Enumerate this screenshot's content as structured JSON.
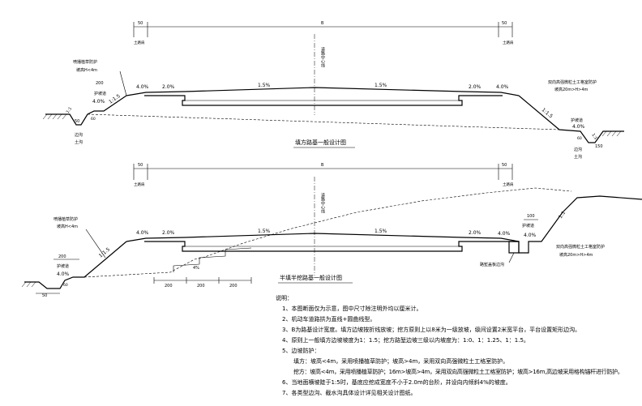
{
  "fill_section": {
    "title": "填方路基一般设计图",
    "dim_side_left": "50",
    "dim_width": "B",
    "dim_side_right": "50",
    "earth_shoulder_left": "土路肩",
    "earth_shoulder_right": "土路肩",
    "centerline": "道路中心线",
    "slope_outer_left": "4.0%",
    "slope_inner_left": "2.0%",
    "slope_mid_left": "1.5%",
    "slope_mid_right": "1.5%",
    "slope_inner_right": "2.0%",
    "slope_outer_right": "4.0%",
    "left_protect_title": "喷播植草防护",
    "left_protect_height": "坡高H<4m",
    "left_ratio": "1:1.5",
    "berm_width": "200",
    "berm_label": "护坡道",
    "berm_slope": "4.0%",
    "ditch_ratio": "1:1",
    "ditch_w": "50",
    "ditch_depth": "60",
    "ditch_label_1": "边沟",
    "ditch_label_2": "土沟",
    "right_protect_title": "双向高强微粒土工格室防护",
    "right_protect_height": "坡高20m>H>4m",
    "right_ratio": "1:1.5",
    "right_berm_label": "护坡道",
    "right_berm_slope": "4.0%",
    "right_ditch_ratio": "1:1",
    "right_ditch_w": "150",
    "right_ditch_depth": "60",
    "right_ditch_label_1": "边沟",
    "right_ditch_label_2": "土沟"
  },
  "half_section": {
    "title": "半填半挖路基一般设计图",
    "dim_side_left": "50",
    "dim_width": "B",
    "dim_side_right": "50",
    "earth_shoulder_left": "土路肩",
    "earth_shoulder_right": "土路肩",
    "centerline": "道路中心线",
    "slope_outer_left": "4.0%",
    "slope_inner_left": "2.0%",
    "slope_mid_left": "1.5%",
    "slope_mid_right": "1.5%",
    "slope_inner_right": "2.0%",
    "slope_outer_right": "4.0%",
    "left_protect_title": "喷播植草防护",
    "left_protect_height": "坡高H<4m",
    "left_ratio": "1:1.5",
    "berm_width": "200",
    "berm_label": "护坡道",
    "berm_slope": "4.0%",
    "ditch_w": "50",
    "ditch_depth": "60",
    "step_slope": "4%",
    "step_1": "200",
    "step_2": "200",
    "step_3": "200",
    "drain_label": "路堑盖板边沟",
    "cut_berm_width": "100",
    "cut_berm_label": "护坡道",
    "cut_berm_slope": "4.0%",
    "cut_ratio": "1:1",
    "cut_protect_title": "双向高强微粒土工格室防护",
    "cut_protect_height": "坡高20m>H>4m"
  },
  "notes": {
    "heading": "说明：",
    "n1": "1、本图断面仅为示意，图中尺寸除注明外均以厘米计。",
    "n2": "2、机动车道路拱为直线+圆曲线型。",
    "n3": "3、B为路基设计宽度。填方边坡按折线放坡；挖方原则上以8米为一级放坡，级间设置2米宽平台，平台设置矩形边沟。",
    "n4": "4、原则上一般填方边坡坡度为1：1.5；挖方路堑边坡三级以内坡度为：1:0、1：1.25、1：1.5。",
    "n5": "5、边坡防护：",
    "n5a": "填方：坡高<4m，采用喷播植草防护；坡高>4m，采用双向高强微粒土工格室防护。",
    "n5b": "挖方：坡高<4m，采用喷播植草防护；16m>坡高>4m，采用双向高强微粒土工格室防护；坡高>16m,高边坡采用格构锚杆进行防护。",
    "n6": "6、当地面横坡陡于1:5时，基底应挖成宽度不小于2.0m的台阶，并设向内倾斜4%的坡度。",
    "n7": "7、各类型边沟、截水沟具体设计详见相关设计图纸。"
  }
}
